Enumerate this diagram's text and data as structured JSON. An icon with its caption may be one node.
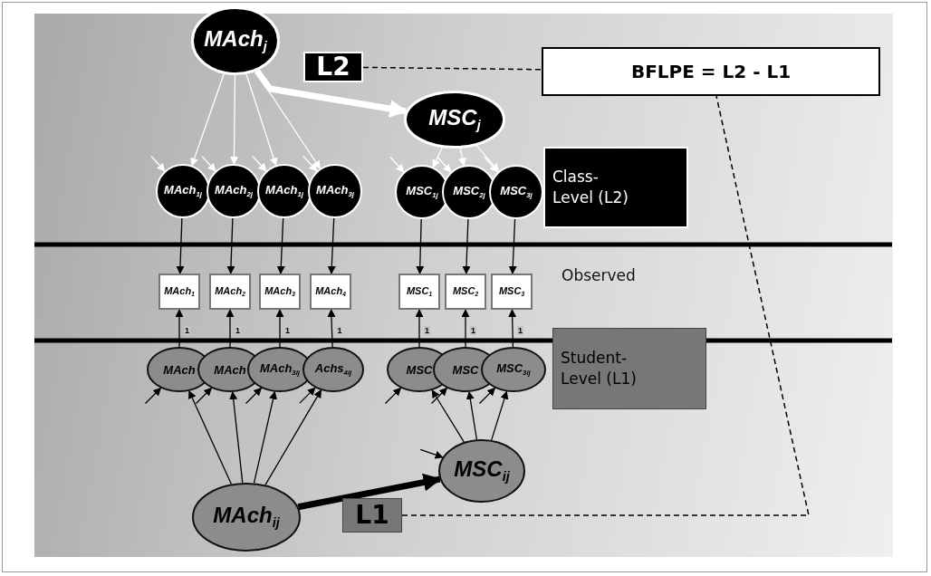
{
  "diagram": {
    "nodes": [
      {
        "text": [
          "MAch$_{j}$"
        ]
      },
      {
        "text": [
          "L2"
        ]
      },
      {
        "text": [
          "BFLPE = L2 - L1"
        ]
      },
      {
        "text": [
          "MSC$_{j}$"
        ]
      },
      {
        "text": [
          "MAch$_{1j}$"
        ]
      },
      {
        "text": [
          "MAch$_{2j}$"
        ]
      },
      {
        "text": [
          "MAch$_{1j}$"
        ]
      },
      {
        "text": [
          "MAch$_{3j}$"
        ]
      },
      {
        "text": [
          "MSC$_{1j}$"
        ]
      },
      {
        "text": [
          "MSC$_{2j}$"
        ]
      },
      {
        "text": [
          "MSC$_{3j}$"
        ]
      },
      {
        "text": [
          "Class- Level (L2)"
        ]
      },
      {
        "text": [
          "MAch$_{1}$"
        ]
      },
      {
        "text": [
          "MAch$_{2}$"
        ]
      },
      {
        "text": [
          "MAch$_{3}$"
        ]
      },
      {
        "text": [
          "MAch$_{4}$"
        ]
      },
      {
        "text": [
          "MSC$_{1}$"
        ]
      },
      {
        "text": [
          "MSC$_{2}$"
        ]
      },
      {
        "text": [
          "MSC$_{3}$"
        ]
      },
      {
        "text": [
          "MAch"
        ]
      },
      {
        "text": [
          "MAch"
        ]
      },
      {
        "text": [
          "MAch$_{3ij}$"
        ]
      },
      {
        "text": [
          "Achs$_{4ij}$"
        ]
      },
      {
        "text": [
          "MSC"
        ]
      },
      {
        "text": [
          "MSC"
        ]
      },
      {
        "text": [
          "MSC$_{3ij}$"
        ]
      },
      {
        "text": [
          "Student- Level (L1)"
        ]
      },
      {
        "text": [
          "MSC$_{ij}$"
        ]
      },
      {
        "text": [
          "MAch$_{ij}$"
        ]
      },
      {
        "text": [
          "L1"
        ]
      }
    ],
    "edges": [
      {
        "from": 0,
        "to": 3,
        "arrow": "to",
        "style": "thick",
        "color": "#ffffff"
      },
      {
        "from": 0,
        "to": 4,
        "arrow": "to",
        "color": "#ffffff"
      },
      {
        "from": 0,
        "to": 5,
        "arrow": "to",
        "color": "#ffffff"
      },
      {
        "from": 0,
        "to": 6,
        "arrow": "to",
        "color": "#ffffff"
      },
      {
        "from": 0,
        "to": 7,
        "arrow": "to",
        "color": "#ffffff"
      },
      {
        "from": 3,
        "to": 8,
        "arrow": "to",
        "color": "#ffffff"
      },
      {
        "from": 3,
        "to": 9,
        "arrow": "to",
        "color": "#ffffff"
      },
      {
        "from": 3,
        "to": 10,
        "arrow": "to",
        "color": "#ffffff"
      },
      {
        "from": null,
        "to": 4,
        "arrow": "to",
        "color": "#ffffff"
      },
      {
        "from": null,
        "to": 5,
        "arrow": "to",
        "color": "#ffffff"
      },
      {
        "from": null,
        "to": 6,
        "arrow": "to",
        "color": "#ffffff"
      },
      {
        "from": null,
        "to": 7,
        "arrow": "to",
        "color": "#ffffff"
      },
      {
        "from": null,
        "to": 8,
        "arrow": "to",
        "color": "#ffffff"
      },
      {
        "from": null,
        "to": 9,
        "arrow": "to",
        "color": "#ffffff"
      },
      {
        "from": null,
        "to": 10,
        "arrow": "to",
        "color": "#ffffff"
      },
      {
        "from": 4,
        "to": 12,
        "arrow": "to"
      },
      {
        "from": 5,
        "to": 13,
        "arrow": "to"
      },
      {
        "from": 6,
        "to": 14,
        "arrow": "to"
      },
      {
        "from": 7,
        "to": 15,
        "arrow": "to"
      },
      {
        "from": 8,
        "to": 16,
        "arrow": "to"
      },
      {
        "from": 9,
        "to": 17,
        "arrow": "to"
      },
      {
        "from": 10,
        "to": 18,
        "arrow": "to"
      },
      {
        "from": 19,
        "to": 12,
        "arrow": "to",
        "label": "1"
      },
      {
        "from": 20,
        "to": 13,
        "arrow": "to",
        "label": "1"
      },
      {
        "from": 21,
        "to": 14,
        "arrow": "to",
        "label": "1"
      },
      {
        "from": 22,
        "to": 15,
        "arrow": "to",
        "label": "1"
      },
      {
        "from": 23,
        "to": 16,
        "arrow": "to",
        "label": "1"
      },
      {
        "from": 24,
        "to": 17,
        "arrow": "to",
        "label": "1"
      },
      {
        "from": 25,
        "to": 18,
        "arrow": "to",
        "label": "1"
      },
      {
        "from": null,
        "to": 19,
        "arrow": "to"
      },
      {
        "from": null,
        "to": 20,
        "arrow": "to"
      },
      {
        "from": null,
        "to": 21,
        "arrow": "to"
      },
      {
        "from": null,
        "to": 22,
        "arrow": "to"
      },
      {
        "from": null,
        "to": 23,
        "arrow": "to"
      },
      {
        "from": null,
        "to": 24,
        "arrow": "to"
      },
      {
        "from": null,
        "to": 25,
        "arrow": "to"
      },
      {
        "from": 28,
        "to": 19,
        "arrow": "to"
      },
      {
        "from": 28,
        "to": 20,
        "arrow": "to"
      },
      {
        "from": 28,
        "to": 21,
        "arrow": "to"
      },
      {
        "from": 28,
        "to": 22,
        "arrow": "to"
      },
      {
        "from": 27,
        "to": 23,
        "arrow": "to"
      },
      {
        "from": 27,
        "to": 24,
        "arrow": "to"
      },
      {
        "from": 27,
        "to": 25,
        "arrow": "to"
      },
      {
        "from": null,
        "to": 27,
        "arrow": "to"
      },
      {
        "from": 28,
        "to": 27,
        "arrow": "to",
        "style": "thick"
      },
      {
        "from": 1,
        "to": 2,
        "arrow": "none",
        "style": "dashed"
      },
      {
        "from": 29,
        "to": 2,
        "arrow": "none",
        "style": "dashed"
      }
    ],
    "labels": [
      "Observed"
    ]
  }
}
